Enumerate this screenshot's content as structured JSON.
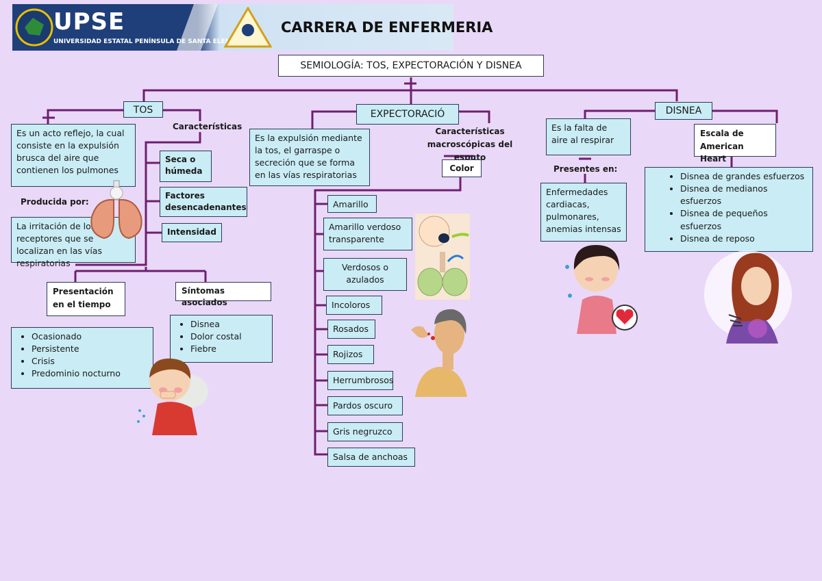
{
  "header": {
    "logo_text": "UPSE",
    "university": "UNIVERSIDAD ESTATAL PENÍNSULA DE SANTA ELENA",
    "career": "CARRERA DE ENFERMERIA"
  },
  "title": "SEMIOLOGÍA: TOS, EXPECTORACIÓN Y DISNEA",
  "tos": {
    "label": "TOS",
    "definition": "Es un acto reflejo, la cual consiste en la expulsión brusca del aire que contienen los pulmones",
    "produced_by_label": "Producida por:",
    "produced_by": "La irritación de los receptores que se localizan en las vías respiratorias",
    "characteristics_label": "Características",
    "characteristics": [
      "Seca o húmeda",
      "Factores desencadenantes",
      "Intensidad"
    ],
    "presentation_label": "Presentación en el tiempo",
    "presentation_items": [
      "Ocasionado",
      "Persistente",
      "Crisis",
      "Predominio nocturno"
    ],
    "symptoms_label": "Síntomas asociados",
    "symptoms_items": [
      "Disnea",
      "Dolor costal",
      "Fiebre"
    ]
  },
  "expectoracion": {
    "label": "EXPECTORACIÓ",
    "definition": "Es la expulsión mediante la tos, el garraspe o secreción que se forma en las vías respiratorias",
    "characteristics_label": "Características macroscópicas del esputo",
    "color_label": "Color",
    "colors": [
      "Amarillo",
      "Amarillo verdoso transparente",
      "Verdosos o azulados",
      "Incoloros",
      "Rosados",
      "Rojizos",
      "Herrumbrosos",
      "Pardos oscuro",
      "Gris negruzco",
      "Salsa de anchoas"
    ]
  },
  "disnea": {
    "label": "DISNEA",
    "definition": "Es la falta de aire al respirar",
    "present_label": "Presentes en:",
    "present_in": "Enfermedades cardiacas, pulmonares, anemias intensas",
    "scale_label": "Escala de American Heart Association",
    "scale_items": [
      "Disnea de grandes esfuerzos",
      "Disnea de medianos esfuerzos",
      "Disnea de pequeños esfuerzos",
      "Disnea de reposo"
    ]
  },
  "colors": {
    "background": "#ead8f8",
    "box_fill": "#c9ecf5",
    "line": "#6e1f6e",
    "header_blue": "#1f3f7a"
  }
}
